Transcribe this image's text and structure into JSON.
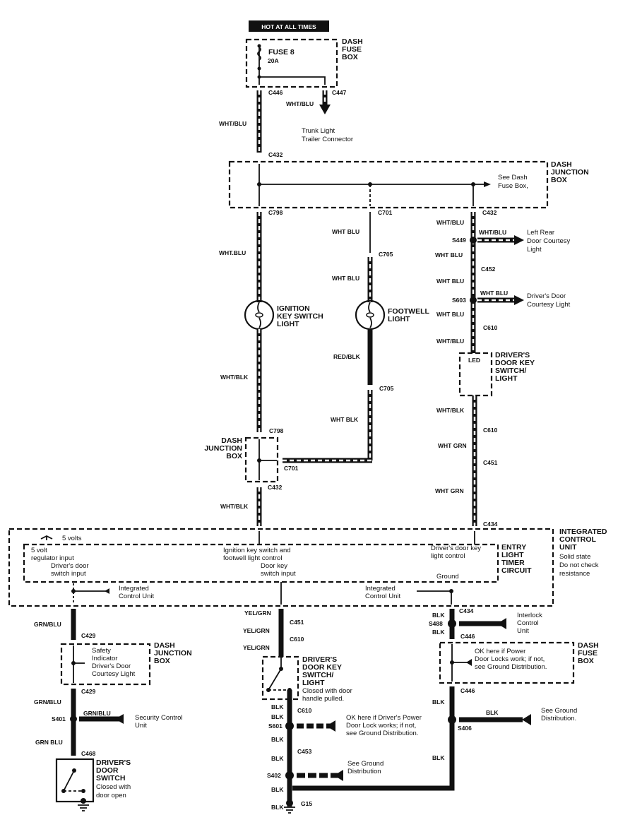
{
  "title_badge": "HOT AT ALL TIMES",
  "boxes": {
    "dash_fuse_box_top": {
      "name": [
        "DASH",
        "FUSE",
        "BOX"
      ],
      "fuse": "FUSE 8",
      "rating": "20A"
    },
    "dash_junction_box_top": {
      "name": [
        "DASH",
        "JUNCTION",
        "BOX"
      ],
      "note": [
        "See Dash",
        "Fuse Box,"
      ]
    },
    "dash_junction_box_mid": {
      "name": [
        "DASH",
        "JUNCTION",
        "BOX"
      ]
    },
    "integrated_control_unit": {
      "name": [
        "INTEGRATED",
        "CONTROL",
        "UNIT"
      ],
      "notes": [
        "Solid state",
        "Do not check",
        "resistance"
      ]
    },
    "entry_light_timer": {
      "name": [
        "ENTRY",
        "LIGHT",
        "TIMER",
        "CIRCUIT"
      ]
    },
    "dash_junction_box_left": {
      "name": [
        "DASH",
        "JUNCTION",
        "BOX"
      ],
      "note": [
        "Safety",
        "Indicator",
        "Driver's Door",
        "Courtesy Light"
      ]
    },
    "dash_fuse_box_right": {
      "name": [
        "DASH",
        "FUSE",
        "BOX"
      ],
      "note": [
        "OK here if Power",
        "Door Locks work; if not,",
        "see Ground Distribution."
      ]
    }
  },
  "icu_labels": {
    "five_volts": "5 volts",
    "regulator": [
      "5 volt",
      "regulator input"
    ],
    "door_switch_input": [
      "Driver's door",
      "switch input"
    ],
    "ign_footwell": [
      "Ignition key switch and",
      "footwell light control"
    ],
    "door_key_input": [
      "Door key",
      "switch input"
    ],
    "door_key_light": [
      "Driver's door key",
      "light control"
    ],
    "ground": "Ground",
    "icu_left": [
      "Integrated",
      "Control Unit"
    ],
    "icu_right": [
      "Integrated",
      "Control Unit"
    ]
  },
  "components": {
    "ignition_light": [
      "IGNITION",
      "KEY SWITCH",
      "LIGHT"
    ],
    "footwell_light": [
      "FOOTWELL",
      "LIGHT"
    ],
    "door_key_switch_light": {
      "name": [
        "DRIVER'S",
        "DOOR KEY",
        "SWITCH/",
        "LIGHT"
      ],
      "led": "LED"
    },
    "door_key_switch_lower": {
      "name": [
        "DRIVER'S",
        "DOOR KEY",
        "SWITCH/",
        "LIGHT"
      ],
      "note": [
        "Closed with door",
        "handle pulled."
      ]
    },
    "drivers_door_switch": {
      "name": [
        "DRIVER'S",
        "DOOR",
        "SWITCH"
      ],
      "note": [
        "Closed with",
        "door open"
      ]
    }
  },
  "destinations": {
    "trunk": [
      "Trunk Light",
      "Trailer Connector"
    ],
    "left_rear": [
      "Left Rear",
      "Door Courtesy",
      "Light"
    ],
    "drivers_door": [
      "Driver's Door",
      "Courtesy Light"
    ],
    "security": [
      "Security Control",
      "Unit"
    ],
    "interlock": [
      "Interlock",
      "Control",
      "Unit"
    ],
    "ground_s601": [
      "OK here if Driver's Power",
      "Door Lock works; if not,",
      "see Ground Distribution."
    ],
    "ground_s402": [
      "See Ground",
      "Distribution"
    ],
    "ground_s406": [
      "See Ground",
      "Distribution."
    ]
  },
  "connectors": {
    "c446_top": "C446",
    "c447": "C447",
    "c432_a": "C432",
    "c798_a": "C798",
    "c701_a": "C701",
    "c432_b": "C432",
    "c705_a": "C705",
    "c705_b": "C705",
    "c798_b": "C798",
    "c701_b": "C701",
    "c432_c": "C432",
    "c452": "C452",
    "c610_a": "C610",
    "c610_b": "C610",
    "c451_a": "C451",
    "c434_a": "C434",
    "c429_a": "C429",
    "c429_b": "C429",
    "c468": "C468",
    "c451_b": "C451",
    "c610_c": "C610",
    "c610_d": "C610",
    "c453": "C453",
    "c434_b": "C434",
    "c446_a": "C446",
    "c446_b": "C446",
    "g15": "G15"
  },
  "splices": {
    "s449": "S449",
    "s603": "S603",
    "s401": "S401",
    "s601": "S601",
    "s402": "S402",
    "s488": "S488",
    "s406": "S406"
  },
  "wire_colors": {
    "w1": "WHT/BLU",
    "w2": "WHT/BLU",
    "w3": "WHT.BLU",
    "w4": "WHT BLU",
    "w5": "WHT BLU",
    "w6": "WHT/BLU",
    "w7": "WHT/BLU",
    "w8": "WHT BLU",
    "w9": "WHT BLU",
    "w10": "WHT BLU",
    "w11": "WHT/BLU",
    "w12": "WHT/BLK",
    "w13": "RED/BLK",
    "w14": "WHT BLK",
    "w15": "WHT/BLK",
    "w16": "WHT/BLK",
    "w17": "WHT GRN",
    "w18": "WHT GRN",
    "w19": "GRN/BLU",
    "w20": "GRN/BLU",
    "w21": "GRN/BLU",
    "w22": "GRN BLU",
    "w23": "YEL/GRN",
    "w24": "YEL/GRN",
    "w25": "YEL/GRN",
    "w26": "BLK",
    "w27": "BLK",
    "w28": "BLK",
    "w29": "BLK",
    "w30": "BLK",
    "w31": "BLK",
    "w32": "BLK",
    "w33": "BLK",
    "w34": "BLK",
    "w35": "BLK"
  }
}
